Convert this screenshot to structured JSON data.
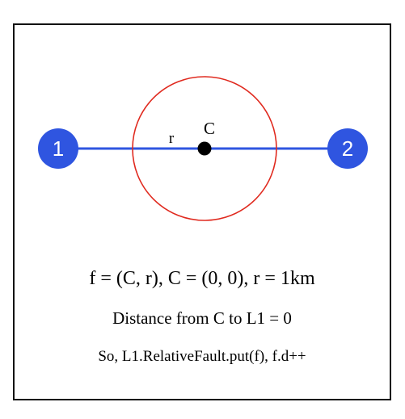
{
  "diagram": {
    "node_1_label": "1",
    "node_2_label": "2",
    "center_label": "C",
    "radius_label": "r",
    "colors": {
      "link": "#2f55e0",
      "node": "#2f55e0",
      "circle": "#e02a1f",
      "center_point": "#000000",
      "frame": "#111111"
    }
  },
  "captions": {
    "line_1": "f = (C, r), C = (0, 0), r = 1km",
    "line_2": "Distance from C to L1 = 0",
    "line_3": "So, L1.RelativeFault.put(f),  f.d++"
  }
}
